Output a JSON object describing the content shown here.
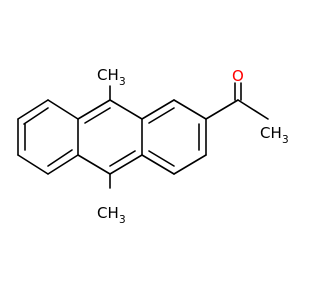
{
  "molecule": {
    "labels": {
      "top_methyl": {
        "main": "CH",
        "sub": "3"
      },
      "bottom_methyl": {
        "main": "CH",
        "sub": "3"
      },
      "acetyl_methyl": {
        "main": "CH",
        "sub": "3"
      },
      "carbonyl_oxygen": "O"
    },
    "colors": {
      "bond": "#000000",
      "label": "#000000",
      "oxygen": "#ff0000"
    }
  }
}
